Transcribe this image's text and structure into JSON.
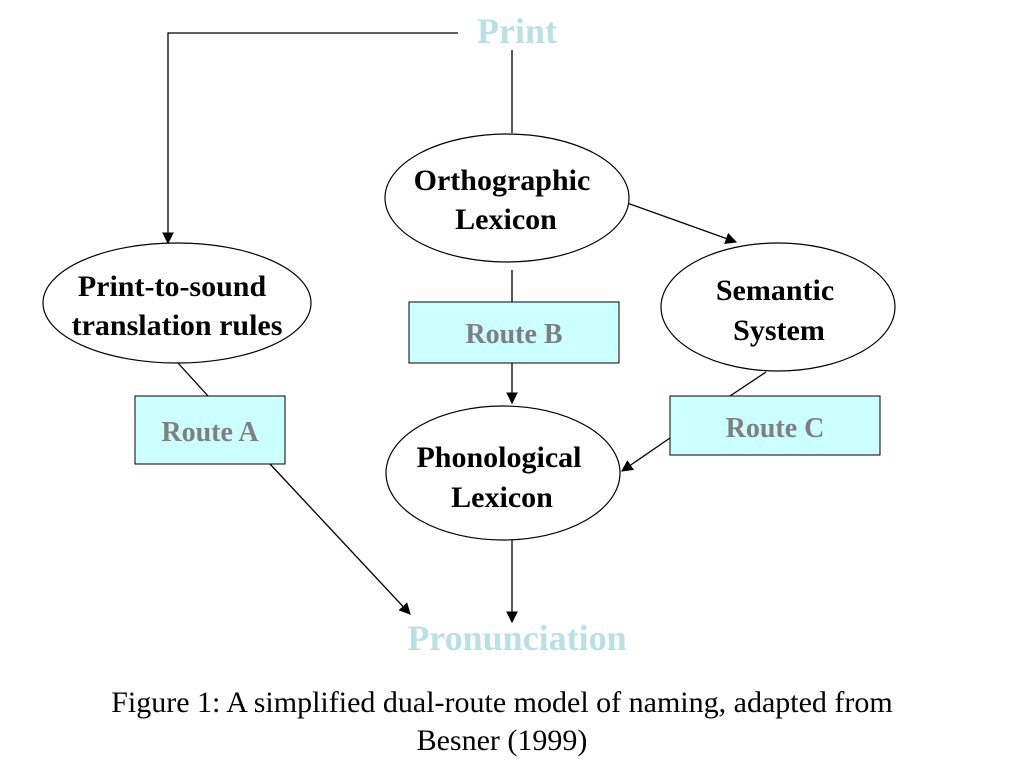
{
  "diagram": {
    "print": "Print",
    "pronunciation": "Pronunciation",
    "orthographic_lexicon": [
      "Orthographic",
      "Lexicon"
    ],
    "print_to_sound": [
      "Print-to-sound",
      "translation rules"
    ],
    "semantic_system": [
      "Semantic",
      "System"
    ],
    "phonological_lexicon": [
      "Phonological",
      "Lexicon"
    ],
    "route_a": "Route A",
    "route_b": "Route B",
    "route_c": "Route C"
  },
  "caption": {
    "line1": "Figure 1: A simplified dual-route model of naming, adapted from",
    "line2": "Besner (1999)"
  },
  "colors": {
    "terminal_text": "#b8e0e6",
    "route_fill": "#ccffff",
    "route_text": "#7f7f7f"
  }
}
